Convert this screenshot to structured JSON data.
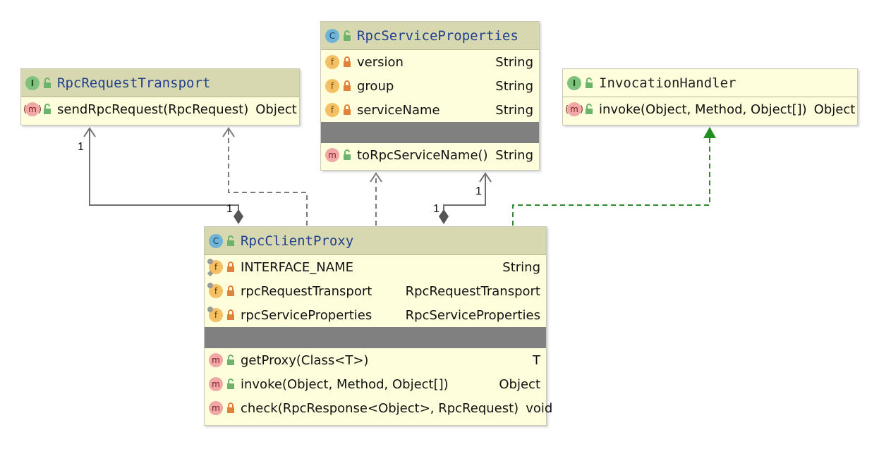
{
  "colors": {
    "header_bg": "#d8d8b0",
    "body_bg": "#fefedd",
    "separator": "#808080",
    "title_blue": "#1f3f8f",
    "dependency_line": "#777777",
    "implements_line": "#2e8b2e"
  },
  "classes": {
    "rpc_request_transport": {
      "kind_badge": "I",
      "title": "RpcRequestTransport",
      "methods": [
        {
          "badge": "m",
          "visibility": "public",
          "name": "sendRpcRequest(RpcRequest)",
          "type": "Object"
        }
      ]
    },
    "rpc_service_properties": {
      "kind_badge": "C",
      "title": "RpcServiceProperties",
      "fields": [
        {
          "badge": "f",
          "visibility": "private",
          "name": "version",
          "type": "String"
        },
        {
          "badge": "f",
          "visibility": "private",
          "name": "group",
          "type": "String"
        },
        {
          "badge": "f",
          "visibility": "private",
          "name": "serviceName",
          "type": "String"
        }
      ],
      "methods": [
        {
          "badge": "m",
          "visibility": "public",
          "name": "toRpcServiceName()",
          "type": "String"
        }
      ]
    },
    "invocation_handler": {
      "kind_badge": "I",
      "title": "InvocationHandler",
      "methods": [
        {
          "badge": "m",
          "visibility": "public",
          "name": "invoke(Object, Method, Object[])",
          "type": "Object"
        }
      ]
    },
    "rpc_client_proxy": {
      "kind_badge": "C",
      "title": "RpcClientProxy",
      "fields": [
        {
          "badge": "f",
          "visibility": "private",
          "name": "INTERFACE_NAME",
          "type": "String"
        },
        {
          "badge": "f",
          "visibility": "private",
          "name": "rpcRequestTransport",
          "type": "RpcRequestTransport"
        },
        {
          "badge": "f",
          "visibility": "private",
          "name": "rpcServiceProperties",
          "type": "RpcServiceProperties"
        }
      ],
      "methods": [
        {
          "badge": "m",
          "visibility": "public",
          "name": "getProxy(Class<T>)",
          "type": "T"
        },
        {
          "badge": "m",
          "visibility": "public",
          "name": "invoke(Object, Method, Object[])",
          "type": "Object"
        },
        {
          "badge": "m",
          "visibility": "private",
          "name": "check(RpcResponse<Object>, RpcRequest)",
          "type": "void"
        }
      ]
    }
  },
  "multiplicities": {
    "transport_target": "1",
    "transport_source": "1",
    "properties_target": "1",
    "properties_source": "1"
  }
}
